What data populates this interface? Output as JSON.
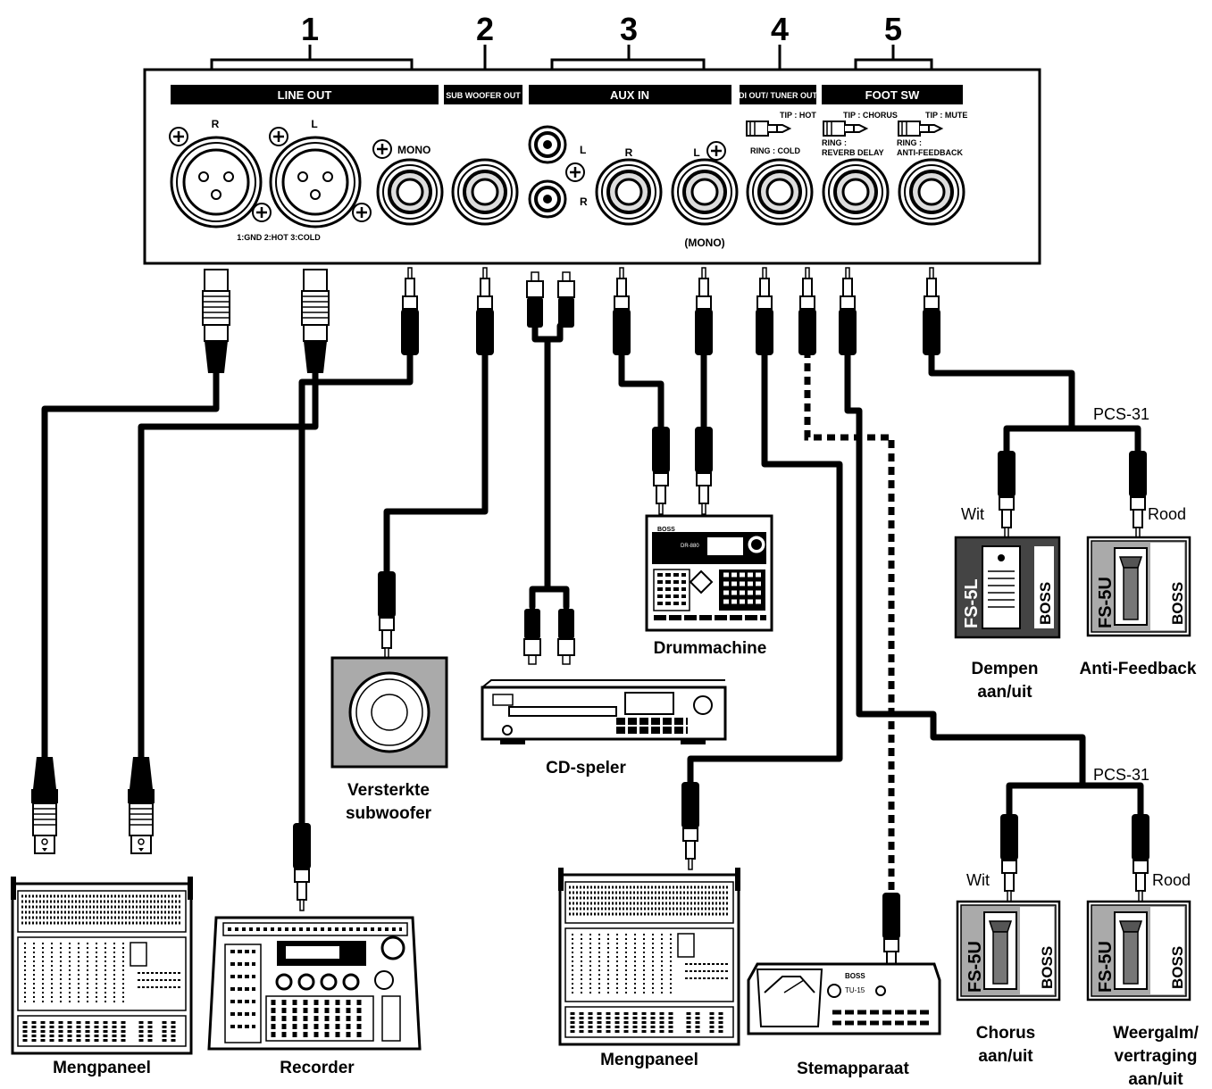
{
  "groups": [
    {
      "number": "1",
      "label": "LINE OUT"
    },
    {
      "number": "2",
      "label": "SUB WOOFER OUT"
    },
    {
      "number": "3",
      "label": "AUX IN"
    },
    {
      "number": "4",
      "label": "DI OUT/ TUNER OUT"
    },
    {
      "number": "5",
      "label": "FOOT SW"
    }
  ],
  "panel": {
    "xlr_r": "R",
    "xlr_l": "L",
    "xlr_pins": "1:GND  2:HOT  3:COLD",
    "mono": "MONO",
    "rca_l": "L",
    "rca_r": "R",
    "aux_r": "R",
    "aux_l": "L",
    "aux_mono": "(MONO)",
    "di_tip": "TIP : HOT",
    "di_ring": "RING : COLD",
    "fs_tip1": "TIP : CHORUS",
    "fs_ring1a": "RING :",
    "fs_ring1b": "REVERB   DELAY",
    "fs_tip2": "TIP : MUTE",
    "fs_ring2a": "RING :",
    "fs_ring2b": "ANTI-FEEDBACK"
  },
  "devices": {
    "mixer1": "Mengpaneel",
    "recorder": "Recorder",
    "subwoofer_1": "Versterkte",
    "subwoofer_2": "subwoofer",
    "cd": "CD-speler",
    "drum": "Drummachine",
    "mixer2": "Mengpaneel",
    "tuner": "Stemapparaat"
  },
  "pedals": {
    "pcs_top": "PCS-31",
    "pcs_bottom": "PCS-31",
    "wit_top": "Wit",
    "rood_top": "Rood",
    "wit_bottom": "Wit",
    "rood_bottom": "Rood",
    "p1_model": "FS-5L",
    "p2_model": "FS-5U",
    "p3_model": "FS-5U",
    "p4_model": "FS-5U",
    "brand": "BOSS",
    "mute_1": "Dempen",
    "mute_2": "aan/uit",
    "antifb": "Anti-Feedback",
    "chorus_1": "Chorus",
    "chorus_2": "aan/uit",
    "reverb_1": "Weergalm/",
    "reverb_2": "vertraging",
    "reverb_3": "aan/uit"
  },
  "screen_text": {
    "drum_model": "DR-880",
    "tuner_model": "TU-15",
    "tuner_brand": "BOSS",
    "drum_brand": "BOSS"
  }
}
